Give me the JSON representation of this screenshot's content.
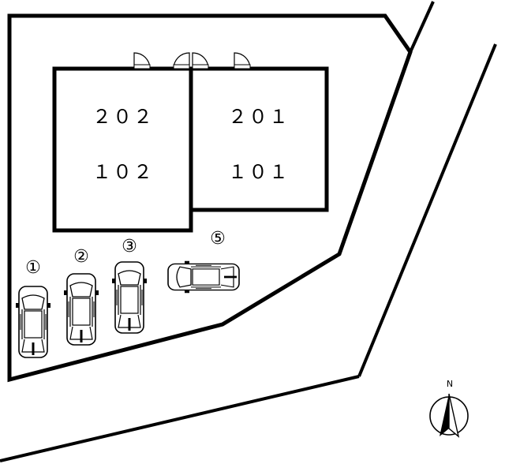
{
  "units": {
    "upper_left": "２０２",
    "lower_left": "１０２",
    "upper_right": "２０１",
    "lower_right": "１０１"
  },
  "parking": {
    "slots": [
      "①",
      "②",
      "③",
      "⑤"
    ]
  },
  "compass": {
    "label": "N"
  }
}
